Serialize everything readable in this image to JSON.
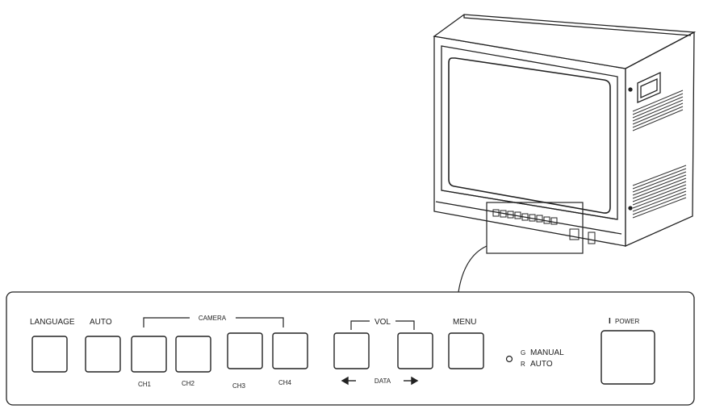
{
  "panel": {
    "language": "LANGUAGE",
    "auto": "AUTO",
    "camera": "CAMERA",
    "ch1": "CH1",
    "ch2": "CH2",
    "ch3": "CH3",
    "ch4": "CH4",
    "vol": "VOL",
    "data": "DATA",
    "menu": "MENU",
    "led_g": "G",
    "led_r": "R",
    "manual": "MANUAL",
    "auto_mode": "AUTO",
    "power": "POWER",
    "power_mark": "I"
  },
  "colors": {
    "line": "#222222",
    "background": "#ffffff"
  }
}
